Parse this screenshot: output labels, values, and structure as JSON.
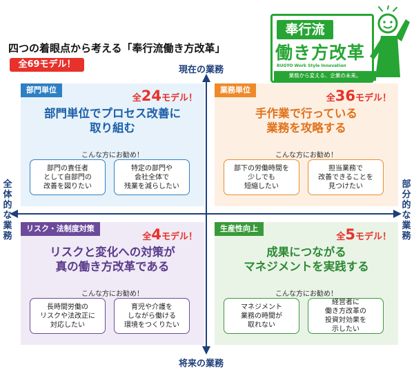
{
  "header": {
    "headline": "四つの着眼点から考える「奉行流働き方改革」",
    "total_badge": "全69モデル！"
  },
  "logo": {
    "top": "奉行流",
    "main": "働き方改革",
    "sub": "BUGYO Work Style Innovation",
    "tagline": "業務から変える、企業の未来。"
  },
  "axes": {
    "top": "現在の業務",
    "bottom": "将来の業務",
    "left": "全体的な業務",
    "right": "部分的な業務"
  },
  "quadrants": {
    "top_left": {
      "tag": "部門単位",
      "count_prefix": "全",
      "count": "24",
      "count_suffix": "モデル！",
      "title_line1": "部門単位でプロセス改善に",
      "title_line2": "取り組む",
      "recommend": "こんな方にお勧め！",
      "card1": [
        "部門の責任者",
        "として自部門の",
        "改善を図りたい"
      ],
      "card2": [
        "特定の部門や",
        "会社全体で",
        "残業を減らしたい"
      ]
    },
    "top_right": {
      "tag": "業務単位",
      "count_prefix": "全",
      "count": "36",
      "count_suffix": "モデル！",
      "title_line1": "手作業で行っている",
      "title_line2": "業務を攻略する",
      "recommend": "こんな方にお勧め！",
      "card1": [
        "部下の労働時間を",
        "少しでも",
        "短縮したい"
      ],
      "card2": [
        "担当業務で",
        "改善できることを",
        "見つけたい"
      ]
    },
    "bottom_left": {
      "tag": "リスク・法制度対策",
      "count_prefix": "全",
      "count": "4",
      "count_suffix": "モデル！",
      "title_line1": "リスクと変化への対策が",
      "title_line2": "真の働き方改革である",
      "recommend": "こんな方にお勧め！",
      "card1": [
        "長時間労働の",
        "リスクや法改正に",
        "対応したい"
      ],
      "card2": [
        "育児や介護を",
        "しながら働ける",
        "環境をつくりたい"
      ]
    },
    "bottom_right": {
      "tag": "生産性向上",
      "count_prefix": "全",
      "count": "5",
      "count_suffix": "モデル！",
      "title_line1": "成果につながる",
      "title_line2": "マネジメントを実践する",
      "recommend": "こんな方にお勧め！",
      "card1": [
        "マネジメント",
        "業務の時間が",
        "取れない"
      ],
      "card2": [
        "経営者に",
        "働き方改革の",
        "投資対効果を",
        "示したい"
      ]
    }
  }
}
